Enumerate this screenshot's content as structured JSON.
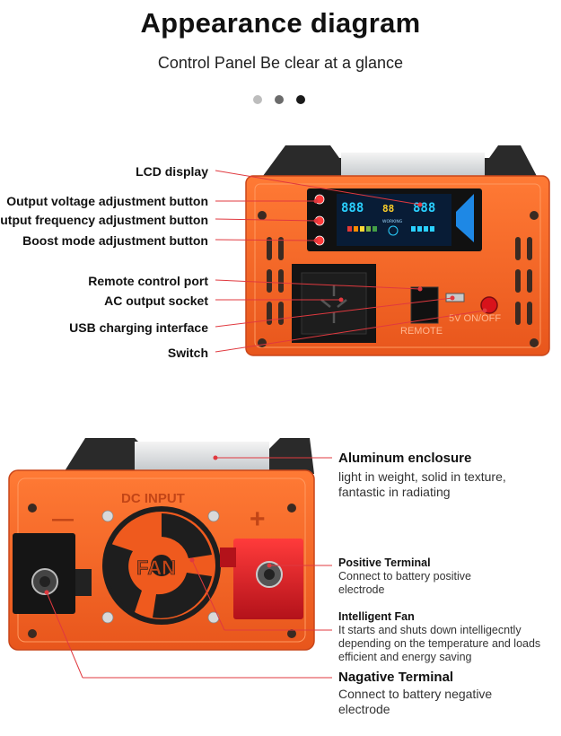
{
  "header": {
    "title": "Appearance diagram",
    "subtitle": "Control Panel  Be clear at a glance"
  },
  "pager": {
    "dots": [
      "#bdbdbd",
      "#6b6b6b",
      "#1a1a1a"
    ]
  },
  "colors": {
    "orange": "#f26522",
    "orange_dark": "#c9461a",
    "leader": "#e0393f",
    "black": "#222222",
    "red_terminal": "#d81f26"
  },
  "front_panel": {
    "labels": {
      "lcd": "LCD display",
      "voltage_btn": "Output voltage adjustment button",
      "freq_btn": "Output frequency adjustment button",
      "boost_btn": "Boost mode adjustment button",
      "remote_port": "Remote control port",
      "ac_socket": "AC output socket",
      "usb": "USB charging interface",
      "switch": "Switch"
    },
    "printed": {
      "lcd_left": "888",
      "lcd_mid": "88",
      "lcd_right": "888",
      "remote": "REMOTE",
      "usb_switch": "5V  ON/OFF",
      "working": "WORKING"
    }
  },
  "back_panel": {
    "printed": {
      "dc_input": "DC INPUT",
      "fan": "FAN",
      "minus": "—",
      "plus": "+"
    },
    "callouts": {
      "enclosure": {
        "heading": "Aluminum enclosure",
        "desc": "light in weight, solid in texture, fantastic in radiating"
      },
      "positive": {
        "heading": "Positive Terminal",
        "desc": "Connect to battery positive electrode"
      },
      "fan": {
        "heading": "Intelligent Fan",
        "desc": "It starts and shuts down intelligecntly depending on the temperature and loads efficient and energy saving"
      },
      "negative": {
        "heading": "Nagative Terminal",
        "desc": "Connect to battery negative electrode"
      }
    }
  }
}
